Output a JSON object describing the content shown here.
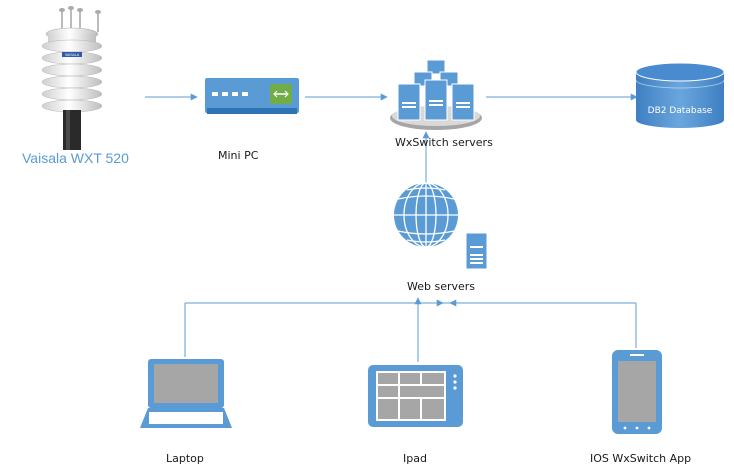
{
  "nodes": {
    "sensor": {
      "label": "Vaisala WXT 520",
      "badge": "VAISALA"
    },
    "minipc": {
      "label": "Mini PC"
    },
    "wxswitch": {
      "label": "WxSwitch servers"
    },
    "database": {
      "label": "DB2 Database"
    },
    "web": {
      "label": "Web servers"
    },
    "laptop": {
      "label": "Laptop"
    },
    "ipad": {
      "label": "Ipad"
    },
    "ios": {
      "label": "IOS WxSwitch App"
    }
  },
  "colors": {
    "line": "#5b9bd5",
    "icon_fill": "#5b9bd5",
    "icon_dark": "#2e75b6",
    "screen": "#a6a6a6",
    "green": "#70ad47"
  }
}
